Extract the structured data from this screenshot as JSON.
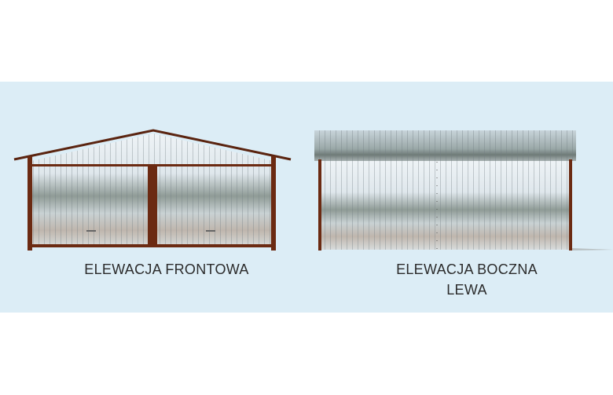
{
  "elevations": [
    {
      "title": "ELEWACJA FRONTOWA"
    },
    {
      "title": "ELEWACJA BOCZNA",
      "subtitle": "LEWA"
    }
  ],
  "colors": {
    "background": "#dcedf6",
    "frame": "#6b2a12",
    "panel_light": "#e8eef2",
    "panel_dark": "#8a9590"
  }
}
